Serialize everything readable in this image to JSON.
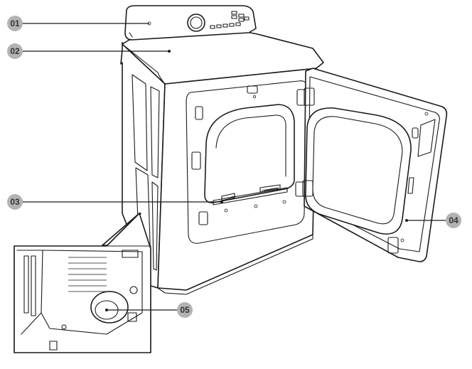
{
  "callouts": [
    {
      "id": "01",
      "label": "01",
      "part": "control-panel"
    },
    {
      "id": "02",
      "label": "02",
      "part": "top-cover"
    },
    {
      "id": "03",
      "label": "03",
      "part": "lint-filter"
    },
    {
      "id": "04",
      "label": "04",
      "part": "door"
    },
    {
      "id": "05",
      "label": "05",
      "part": "exhaust-duct"
    }
  ],
  "colors": {
    "callout_fill": "#b3b3b3",
    "callout_text": "#333333",
    "line": "#1a1a1a",
    "background": "#ffffff"
  }
}
